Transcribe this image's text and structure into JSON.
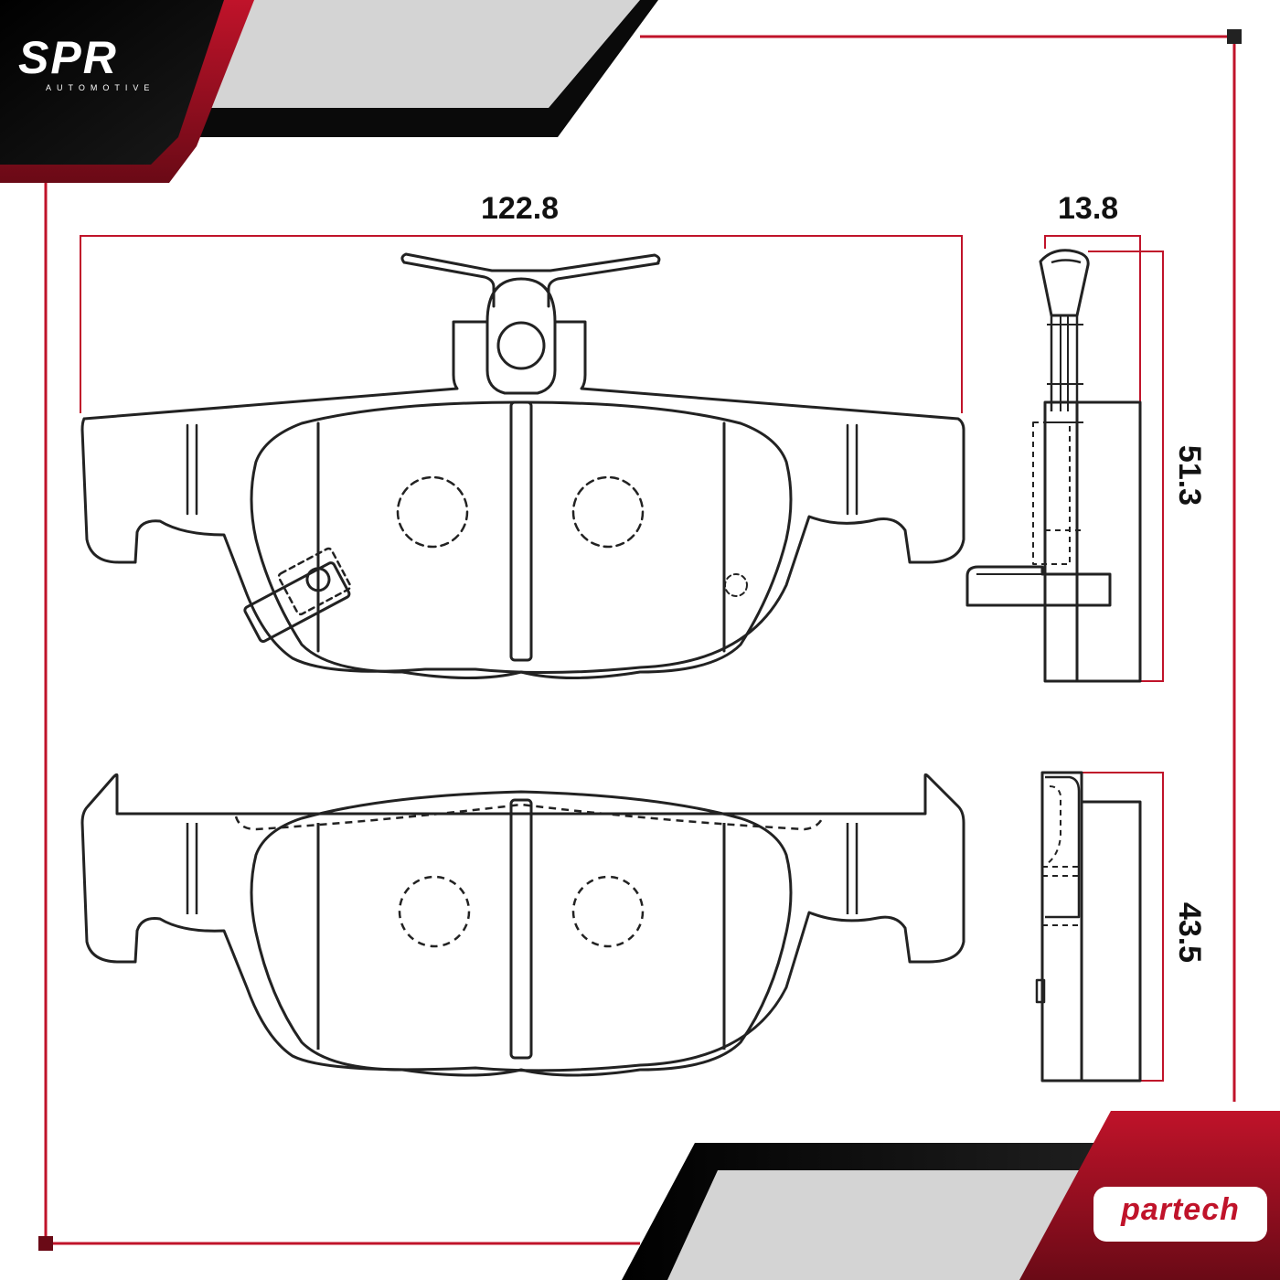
{
  "brand": {
    "name": "SPR",
    "tagline": "AUTOMOTIVE"
  },
  "partner_logo": {
    "text": "partech"
  },
  "dimensions": {
    "width": "122.8",
    "thickness": "13.8",
    "height_top": "51.3",
    "height_bottom": "43.5"
  },
  "colors": {
    "accent": "#c0132a",
    "outline": "#222222",
    "banner_dark": "#0a0a0a",
    "banner_grey": "#d4d4d4"
  }
}
